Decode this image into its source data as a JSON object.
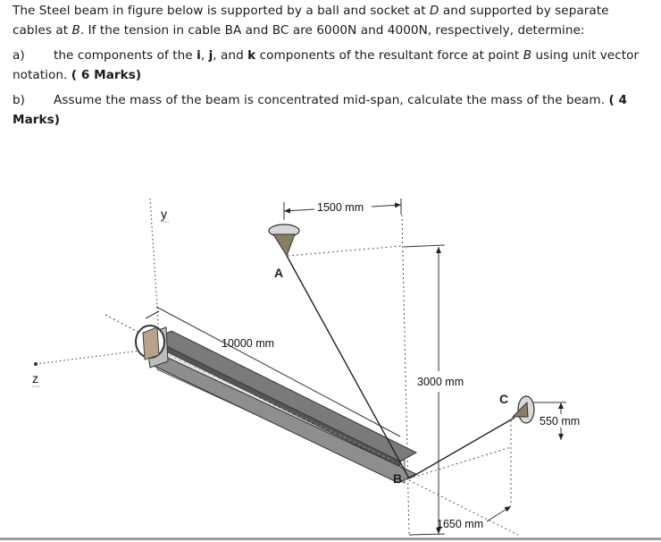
{
  "problem": {
    "intro_1": "The Steel beam in figure below is supported by a ball and socket at ",
    "point_D": "D",
    "intro_2": " and supported by separate cables at ",
    "point_B": "B",
    "intro_3": ". If the tension in cable BA and BC are 6000N and 4000N, respectively, determine:",
    "part_a": {
      "label": "a)",
      "text_1": "the components of the ",
      "i": "i",
      "sep1": ", ",
      "j": "j",
      "sep2": ", and ",
      "k": "k",
      "text_2": " components of the resultant force at point ",
      "point": "B",
      "text_3": " using unit vector notation. ",
      "marks": "( 6 Marks)"
    },
    "part_b": {
      "label": "b)",
      "text": "Assume the mass of the beam is concentrated mid-span, calculate the mass of the beam. ",
      "marks": "( 4 Marks)"
    }
  },
  "figure": {
    "axis_y": "y",
    "axis_z": "z",
    "point_A": "A",
    "point_B": "B",
    "point_C": "C",
    "dim_1500": "1500 mm",
    "dim_10000": "10000 mm",
    "dim_3000": "3000 mm",
    "dim_550": "550 mm",
    "dim_1650": "1650 mm"
  }
}
